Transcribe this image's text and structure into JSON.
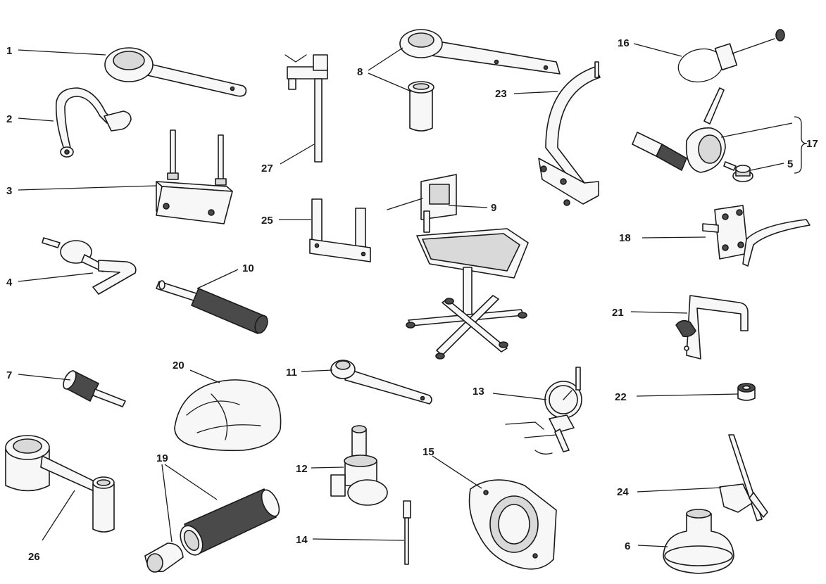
{
  "diagram": {
    "callouts": [
      {
        "id": "label-1",
        "text": "1"
      },
      {
        "id": "label-2",
        "text": "2"
      },
      {
        "id": "label-3",
        "text": "3"
      },
      {
        "id": "label-4",
        "text": "4"
      },
      {
        "id": "label-5",
        "text": "5"
      },
      {
        "id": "label-6",
        "text": "6"
      },
      {
        "id": "label-7",
        "text": "7"
      },
      {
        "id": "label-8",
        "text": "8"
      },
      {
        "id": "label-9",
        "text": "9"
      },
      {
        "id": "label-10",
        "text": "10"
      },
      {
        "id": "label-11",
        "text": "11"
      },
      {
        "id": "label-12",
        "text": "12"
      },
      {
        "id": "label-13",
        "text": "13"
      },
      {
        "id": "label-14",
        "text": "14"
      },
      {
        "id": "label-15",
        "text": "15"
      },
      {
        "id": "label-16",
        "text": "16"
      },
      {
        "id": "label-17",
        "text": "17"
      },
      {
        "id": "label-18",
        "text": "18"
      },
      {
        "id": "label-19",
        "text": "19"
      },
      {
        "id": "label-20",
        "text": "20"
      },
      {
        "id": "label-21",
        "text": "21"
      },
      {
        "id": "label-22",
        "text": "22"
      },
      {
        "id": "label-23",
        "text": "23"
      },
      {
        "id": "label-24",
        "text": "24"
      },
      {
        "id": "label-25",
        "text": "25"
      },
      {
        "id": "label-26",
        "text": "26"
      },
      {
        "id": "label-27",
        "text": "27"
      }
    ]
  }
}
